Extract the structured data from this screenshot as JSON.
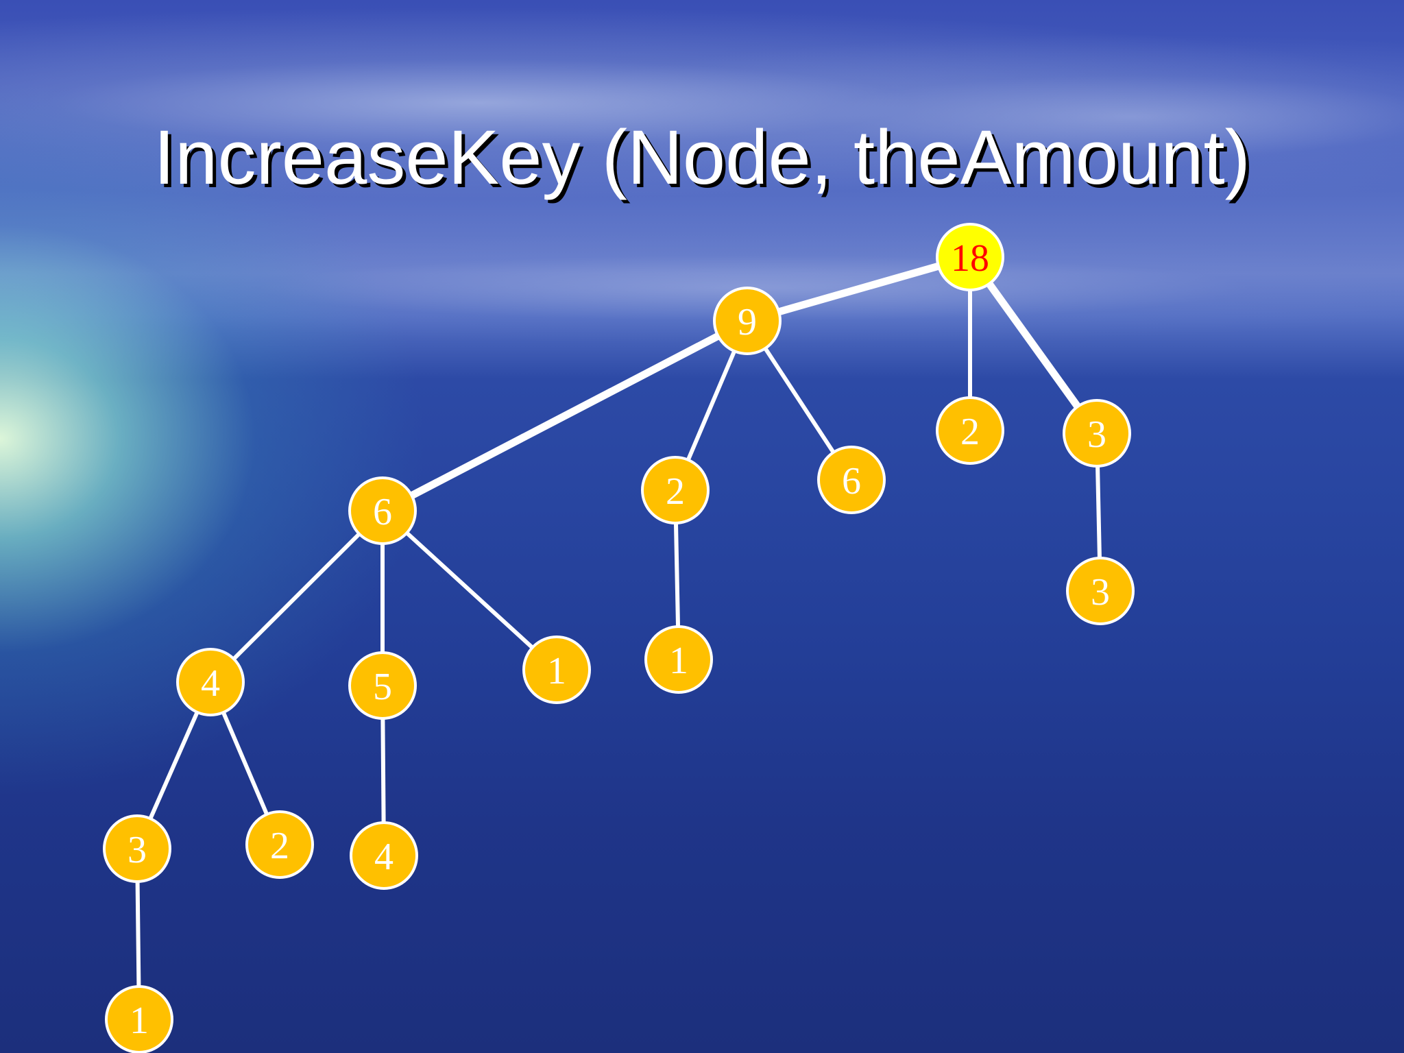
{
  "slide": {
    "title": "IncreaseKey (Node, theAmount)"
  },
  "colors": {
    "node_fill": "#ffc000",
    "root_fill": "#ffff00",
    "root_text": "#ff0000",
    "node_text": "#ffffff",
    "edge": "#ffffff"
  },
  "tree": {
    "nodes": [
      {
        "id": "root",
        "label": "18",
        "highlight": true
      },
      {
        "id": "n9",
        "label": "9"
      },
      {
        "id": "n2a",
        "label": "2"
      },
      {
        "id": "n3a",
        "label": "3"
      },
      {
        "id": "n6a",
        "label": "6"
      },
      {
        "id": "n2b",
        "label": "2"
      },
      {
        "id": "n6b",
        "label": "6"
      },
      {
        "id": "n3b",
        "label": "3"
      },
      {
        "id": "n4a",
        "label": "4"
      },
      {
        "id": "n5",
        "label": "5"
      },
      {
        "id": "n1a",
        "label": "1"
      },
      {
        "id": "n1b",
        "label": "1"
      },
      {
        "id": "n3c",
        "label": "3"
      },
      {
        "id": "n2c",
        "label": "2"
      },
      {
        "id": "n4b",
        "label": "4"
      },
      {
        "id": "n1c",
        "label": "1"
      }
    ],
    "edges": [
      {
        "from": "root",
        "to": "n9"
      },
      {
        "from": "root",
        "to": "n2a"
      },
      {
        "from": "root",
        "to": "n3a"
      },
      {
        "from": "n9",
        "to": "n6a"
      },
      {
        "from": "n9",
        "to": "n2b"
      },
      {
        "from": "n9",
        "to": "n6b"
      },
      {
        "from": "n3a",
        "to": "n3b"
      },
      {
        "from": "n6a",
        "to": "n4a"
      },
      {
        "from": "n6a",
        "to": "n5"
      },
      {
        "from": "n6a",
        "to": "n1a"
      },
      {
        "from": "n2b",
        "to": "n1b"
      },
      {
        "from": "n4a",
        "to": "n3c"
      },
      {
        "from": "n4a",
        "to": "n2c"
      },
      {
        "from": "n5",
        "to": "n4b"
      },
      {
        "from": "n3c",
        "to": "n1c"
      }
    ]
  }
}
